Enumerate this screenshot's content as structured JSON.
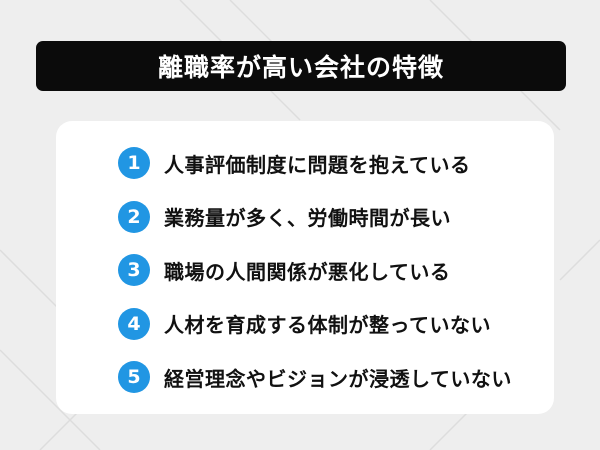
{
  "title": "離職率が高い会社の特徴",
  "items": [
    {
      "number": "1",
      "text": "人事評価制度に問題を抱えている"
    },
    {
      "number": "2",
      "text": "業務量が多く、労働時間が長い"
    },
    {
      "number": "3",
      "text": "職場の人間関係が悪化している"
    },
    {
      "number": "4",
      "text": "人材を育成する体制が整っていない"
    },
    {
      "number": "5",
      "text": "経営理念やビジョンが浸透していない"
    }
  ],
  "colors": {
    "background": "#eeeeee",
    "title_bar": "#0b0b0b",
    "card": "#ffffff",
    "number_circle": "#2196e3"
  }
}
